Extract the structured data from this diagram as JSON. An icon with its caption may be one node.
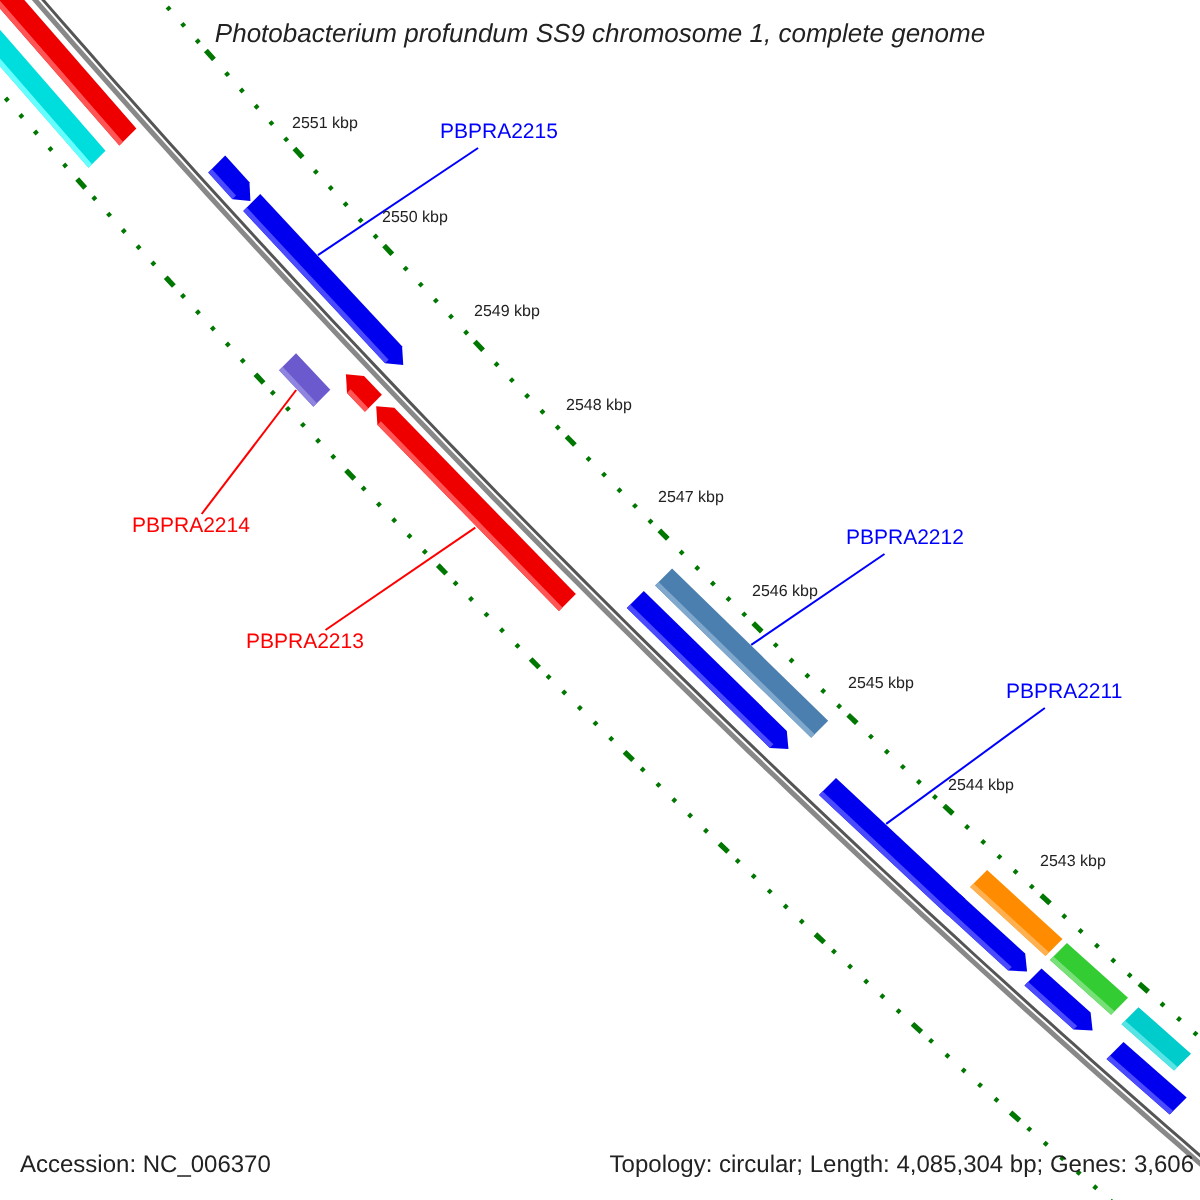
{
  "diagram": {
    "title": "Photobacterium profundum SS9 chromosome 1, complete genome",
    "nodes": [
      {
        "text": [
          "PBPRA2215"
        ]
      },
      {
        "text": [
          "PBPRA2214"
        ]
      },
      {
        "text": [
          "PBPRA2213"
        ]
      },
      {
        "text": [
          "PBPRA2212"
        ]
      },
      {
        "text": [
          "PBPRA2211"
        ]
      },
      {
        "text": [],
        "shape": "bar"
      },
      {
        "text": [],
        "shape": "bar"
      },
      {
        "text": [],
        "shape": "bar"
      },
      {
        "text": [],
        "shape": "bar"
      },
      {
        "text": [],
        "shape": "bar"
      },
      {
        "text": [],
        "shape": "bar"
      },
      {
        "text": [],
        "shape": "bar"
      },
      {
        "text": [],
        "shape": "bar"
      },
      {
        "text": [],
        "shape": "bar"
      },
      {
        "text": [],
        "shape": "bar"
      },
      {
        "text": [],
        "shape": "bar"
      },
      {
        "text": [],
        "shape": "bar"
      },
      {
        "text": [],
        "shape": "bar"
      },
      {
        "text": [],
        "shape": "bar"
      },
      {
        "text": [],
        "shape": "bar"
      },
      {
        "text": [],
        "shape": "bar"
      }
    ],
    "edges": [
      {
        "from": 0,
        "to": 8,
        "arrow": "none"
      },
      {
        "from": 1,
        "to": 9,
        "arrow": "none",
        "color": "#ff0000"
      },
      {
        "from": 2,
        "to": 11,
        "arrow": "none",
        "color": "#ff0000"
      },
      {
        "from": 3,
        "to": 13,
        "arrow": "none"
      },
      {
        "from": 4,
        "to": 14,
        "arrow": "none"
      }
    ],
    "labels": [
      "2551 kbp",
      "2550 kbp",
      "2549 kbp",
      "2548 kbp",
      "2547 kbp",
      "2546 kbp",
      "2545 kbp",
      "2544 kbp",
      "2543 kbp",
      "Accession: NC_006370",
      "Topology: circular; Length: 4,085,304 bp; Genes: 3,606"
    ]
  }
}
